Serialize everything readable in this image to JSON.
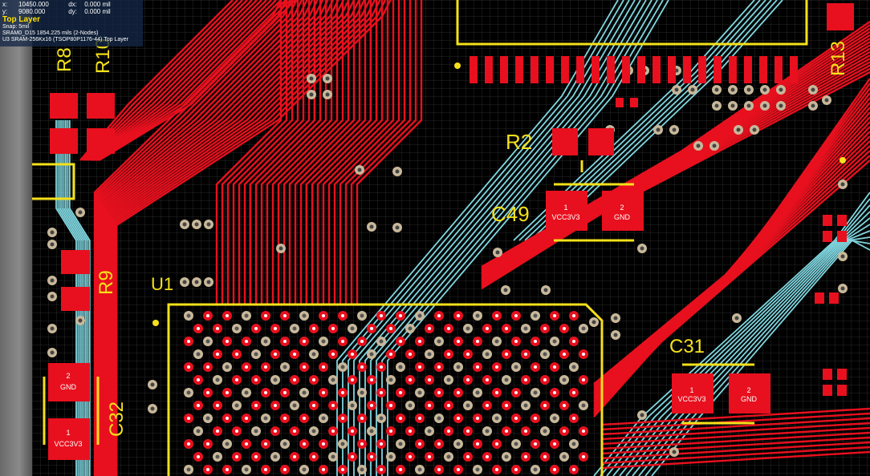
{
  "coords": {
    "x_label": "x:",
    "x_value": "10450.000",
    "dx_label": "dx:",
    "dx_value": "0.000 mil",
    "y_label": "y:",
    "y_value": "9080.000",
    "dy_label": "dy:",
    "dy_value": "0.000 mil"
  },
  "layer": "Top Layer",
  "snap": "Snap: 5mil",
  "net_info": "SRAM0_D15    1854.225 mils (2-Nodes)",
  "component_info": "U3  SRAM-256Kx16 (TSOP80P1176-44)  Top Layer",
  "designators": {
    "r8": "R8",
    "r10": "R10",
    "r2": "R2",
    "r13": "R13",
    "r9": "R9",
    "u1": "U1",
    "c49": "C49",
    "c31": "C31",
    "c32": "C32"
  },
  "pads": {
    "c49_pad1": "1",
    "c49_pad1_net": "VCC3V3",
    "c49_pad2": "2",
    "c49_pad2_net": "GND",
    "c31_pad1": "1",
    "c31_pad1_net": "VCC3V3",
    "c31_pad2": "2",
    "c31_pad2_net": "GND",
    "c32_pad2": "2",
    "c32_pad2_net": "GND",
    "c32_pad1": "1",
    "c32_pad1_net": "VCC3V3"
  },
  "colors": {
    "top_copper": "#e8101e",
    "bottom_copper": "#7fd6e0",
    "silkscreen": "#f5e11a",
    "grid": "#3a3a3a",
    "via_ring": "#c8b89a",
    "background": "#000000"
  }
}
